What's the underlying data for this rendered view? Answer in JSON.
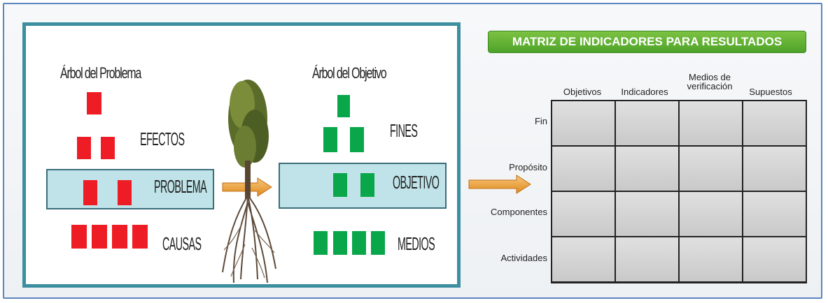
{
  "problem_tree": {
    "title": "Árbol del Problema",
    "labels": {
      "effects": "EFECTOS",
      "problem": "PROBLEMA",
      "causes": "CAUSAS"
    },
    "color": "#ee1c24"
  },
  "objective_tree": {
    "title": "Árbol del Objetivo",
    "labels": {
      "ends": "FINES",
      "objective": "OBJETIVO",
      "means": "MEDIOS"
    },
    "color": "#0aa64a"
  },
  "mir": {
    "header": "MATRIZ DE INDICADORES PARA RESULTADOS",
    "columns": [
      "Objetivos",
      "Indicadores",
      "Medios de verificación",
      "Supuestos"
    ],
    "rows": [
      "Fin",
      "Propósito",
      "Componentes",
      "Actividades"
    ]
  },
  "colors": {
    "band": "#bfe3e8",
    "panel_border": "#3d8fa0",
    "arrow": "#f0a030",
    "header_green": "#5bb030"
  }
}
